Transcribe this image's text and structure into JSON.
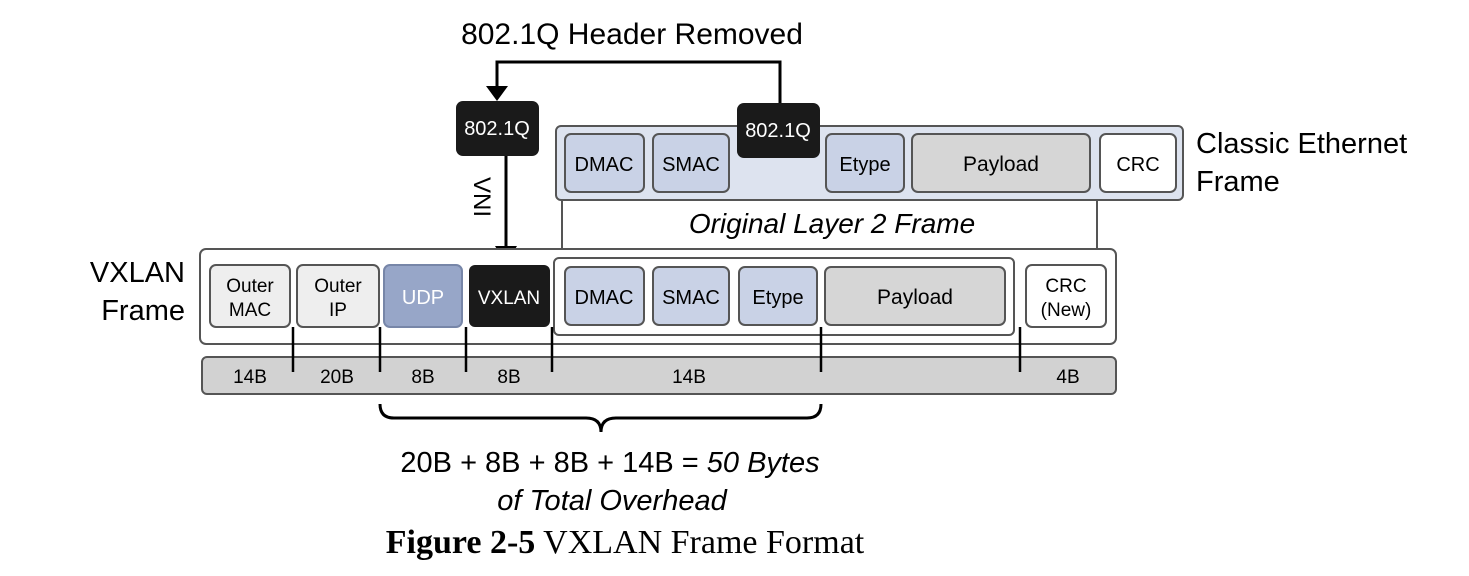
{
  "top_label": "802.1Q Header Removed",
  "tag_left": "802.1Q",
  "tag_right": "802.1Q",
  "vni_label": "VNI",
  "classic": {
    "label_line1": "Classic Ethernet",
    "label_line2": "Frame",
    "dmac": "DMAC",
    "smac": "SMAC",
    "etype": "Etype",
    "payload": "Payload",
    "crc": "CRC"
  },
  "original_label": "Original Layer 2 Frame",
  "vxlan": {
    "label_line1": "VXLAN",
    "label_line2": "Frame",
    "outer_mac_1": "Outer",
    "outer_mac_2": "MAC",
    "outer_ip_1": "Outer",
    "outer_ip_2": "IP",
    "udp": "UDP",
    "vxlan": "VXLAN",
    "dmac": "DMAC",
    "smac": "SMAC",
    "etype": "Etype",
    "payload": "Payload",
    "crc_1": "CRC",
    "crc_2": "(New)"
  },
  "sizes": {
    "outer_mac": "14B",
    "outer_ip": "20B",
    "udp": "8B",
    "vxlan": "8B",
    "inner": "14B",
    "crc": "4B"
  },
  "overhead": {
    "equation": "20B + 8B + 8B + 14B = ",
    "bytes": "50 Bytes",
    "line2": "of Total Overhead"
  },
  "caption": {
    "figure": "Figure 2-5",
    "title": " VXLAN Frame Format"
  },
  "colors": {
    "blue_box": "#c9d2e6",
    "udp_box": "#97a6c8",
    "gray_box": "#d6d6d6",
    "light_box": "#eeeeee",
    "dark_box": "#1a1a1a",
    "classic_bg": "#dde3ef",
    "size_bar": "#d2d2d2"
  }
}
